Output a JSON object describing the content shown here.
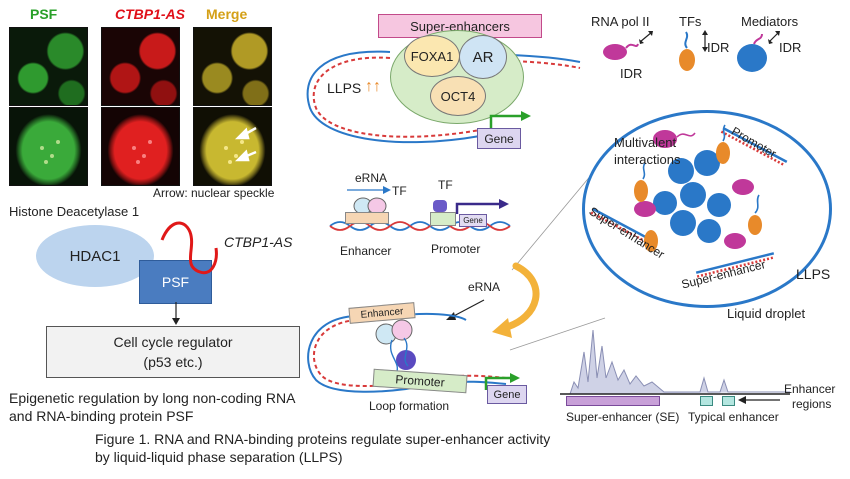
{
  "micro": {
    "label_psf": "PSF",
    "label_ctbp": "CTBP1-AS",
    "label_merge": "Merge",
    "caption": "Arrow: nuclear speckle",
    "colors": {
      "psf": "#2aa02a",
      "ctbp": "#e0101a",
      "merge": "#d4a017"
    }
  },
  "hdac": {
    "title": "Histone Deacetylase 1",
    "hdac_label": "HDAC1",
    "psf_label": "PSF",
    "ctbp_label": "CTBP1-AS",
    "regulator_line1": "Cell cycle regulator",
    "regulator_line2": "(p53 etc.)",
    "caption_line1": "Epigenetic regulation by long non-coding RNA",
    "caption_line2": "and RNA-binding protein PSF",
    "colors": {
      "hdac": "#bcd4ee",
      "psf": "#4a7cc0",
      "rna": "#e01818"
    }
  },
  "superenhancer": {
    "header": "Super-enhancers",
    "tf1": "FOXA1",
    "tf2": "AR",
    "tf3": "OCT4",
    "llps_label": "LLPS",
    "llps_arrows": "↑↑",
    "gene_label": "Gene",
    "colors": {
      "header": "#f6c6e0",
      "blob": "#d6ecc8",
      "foxa1": "#fbe7b0",
      "ar": "#cfe4f4",
      "oct4": "#f8e0b4"
    }
  },
  "legend": {
    "rnapol": "RNA pol II",
    "tfs": "TFs",
    "mediators": "Mediators",
    "idr": "IDR",
    "colors": {
      "rnapol": "#c0389a",
      "tf": "#e88a2a",
      "mediator": "#2a78c8"
    }
  },
  "erna_schematic": {
    "erna_label": "eRNA",
    "tf_label_1": "TF",
    "tf_label_2": "TF",
    "enhancer_label": "Enhancer",
    "promoter_label": "Promoter",
    "gene_label": "Gene"
  },
  "droplet": {
    "multivalent_line1": "Multivalent",
    "multivalent_line2": "interactions",
    "promoter_label": "Promoter",
    "se_label_left": "Super-enhancer",
    "se_label_bottom": "Super-enhancer",
    "llps_label": "LLPS",
    "droplet_label": "Liquid droplet",
    "colors": {
      "ring": "#2a78c8"
    }
  },
  "loop": {
    "erna_label": "eRNA",
    "enhancer_label": "Enhancer",
    "promoter_label": "Promoter",
    "gene_label": "Gene",
    "loop_label": "Loop formation"
  },
  "peaks": {
    "enhancer_regions_line1": "Enhancer",
    "enhancer_regions_line2": "regions",
    "se_label": "Super-enhancer (SE)",
    "typical_label": "Typical enhancer"
  },
  "figure_caption": {
    "line1": "Figure 1. RNA and RNA-binding proteins regulate super-enhancer activity",
    "line2": "by liquid-liquid phase separation (LLPS)"
  }
}
